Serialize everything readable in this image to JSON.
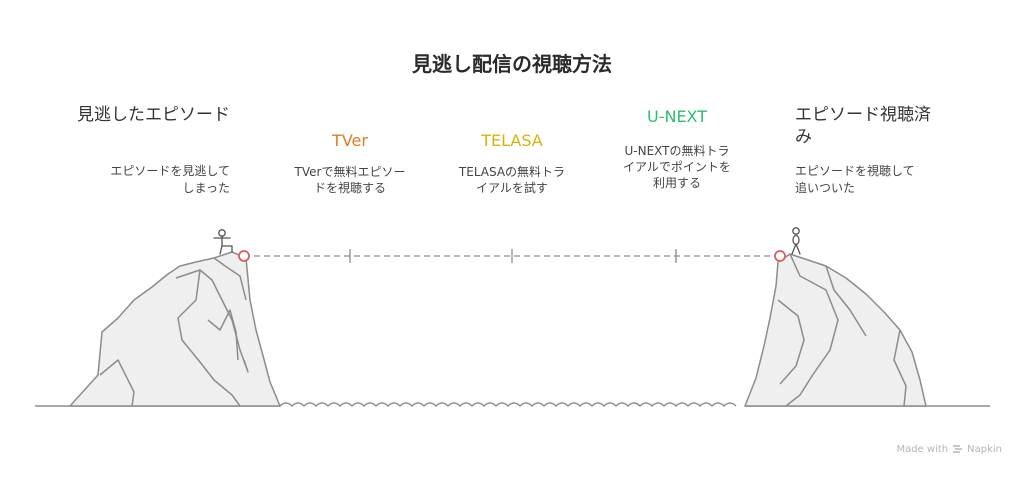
{
  "title": "見逃し配信の視聴方法",
  "start": {
    "heading": "見逃したエピソード",
    "desc_line1": "エピソードを見逃して",
    "desc_line2": "しまった"
  },
  "end": {
    "heading_line1": "エピソード視聴済",
    "heading_line2": "み",
    "desc_line1": "エピソードを視聴して",
    "desc_line2": "追いついた"
  },
  "steps": [
    {
      "title": "TVer",
      "color": "#e07b24",
      "desc_line1": "TVerで無料エピソー",
      "desc_line2": "ドを視聴する",
      "desc_line3": ""
    },
    {
      "title": "TELASA",
      "color": "#d9b20d",
      "desc_line1": "TELASAの無料トラ",
      "desc_line2": "イアルを試す",
      "desc_line3": ""
    },
    {
      "title": "U-NEXT",
      "color": "#2bbf6e",
      "desc_line1": "U-NEXTの無料トラ",
      "desc_line2": "イアルでポイントを",
      "desc_line3": "利用する"
    }
  ],
  "colors": {
    "marker": "#e35b5b",
    "rock_fill": "#efefef",
    "rock_stroke": "#8c8c8c"
  },
  "watermark": {
    "prefix": "Made with",
    "brand": "Napkin",
    "icon": "napkin-logo-icon"
  }
}
